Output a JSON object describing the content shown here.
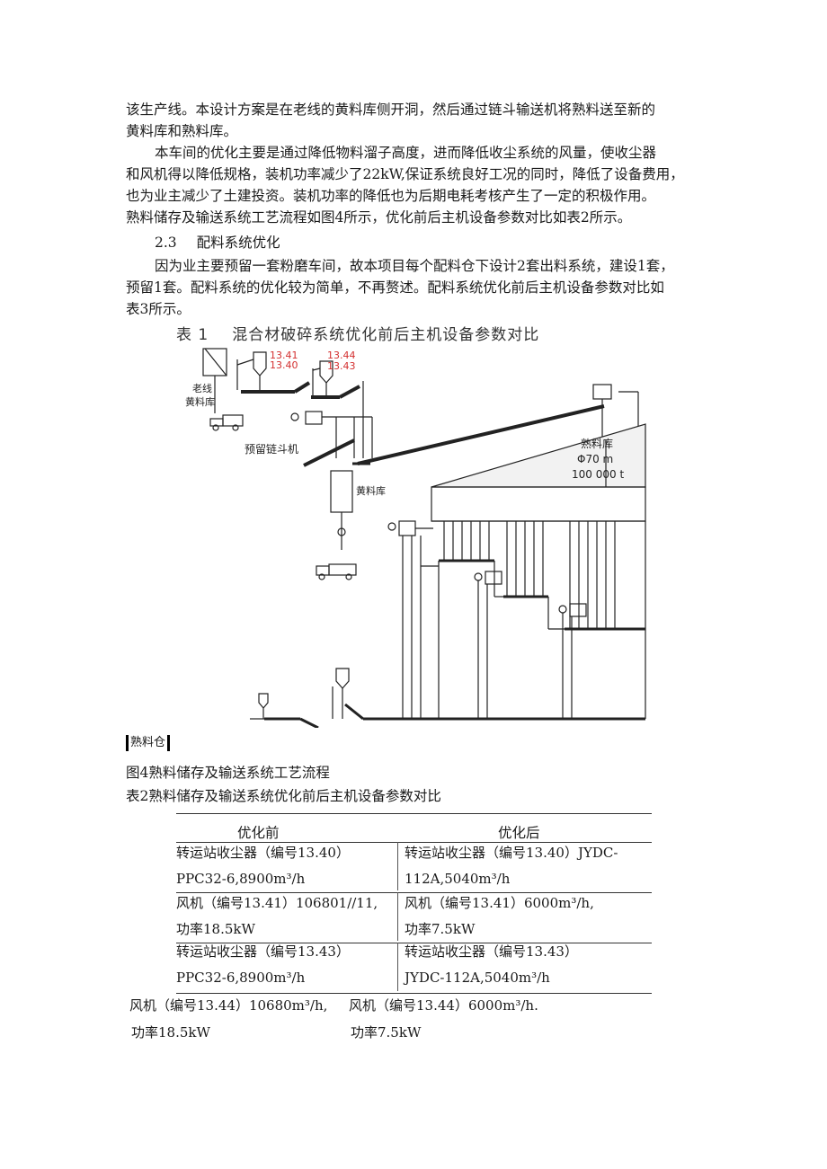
{
  "paragraphs": {
    "p1_line1": "该生产线。本设计方案是在老线的黄料库侧开洞，然后通过链斗输送机将熟料送至新的",
    "p1_line2": "黄料库和熟料库。",
    "p2_line1": "本车间的优化主要是通过降低物料溜子高度，进而降低收尘系统的风量，使收尘器",
    "p2_line2": "和风机得以降低规格，装机功率减少了22kW,保证系统良好工况的同时，降低了设备费用，",
    "p2_line3": "也为业主减少了土建投资。装机功率的降低也为后期电耗考核产生了一定的积极作用。",
    "p2_line4": "熟料储存及输送系统工艺流程如图4所示，优化前后主机设备参数对比如表2所示。",
    "p3_line1": "因为业主要预留一套粉磨车间，故本项目每个配料仓下设计2套出料系统，建设1套，",
    "p3_line2": "预留1套。配料系统的优化较为简单，不再赘述。配料系统优化前后主机设备参数对比如",
    "p3_line3": "表3所示。"
  },
  "section": {
    "number": "2.3",
    "title": "配料系统优化"
  },
  "table1_caption": {
    "number": "表 1",
    "title": "混合材破碎系统优化前后主机设备参数对比"
  },
  "diagram": {
    "labels": {
      "old_line_1": "老线",
      "old_line_2": "黄料库",
      "code_1341": "13.41",
      "code_1340": "13.40",
      "code_1344": "13.44",
      "code_1343": "13.43",
      "reserved_conveyor": "预留链斗机",
      "yellow_silo": "黄料库",
      "clinker_silo": "熟料库",
      "clinker_dia": "Φ70 m",
      "clinker_cap": "100 000 t"
    },
    "colors": {
      "line": "#222222",
      "red_code": "#d32f2f"
    }
  },
  "bin_label": "熟料仓",
  "figure_caption": "图4熟料储存及输送系统工艺流程",
  "table2_caption": "表2熟料储存及输送系统优化前后主机设备参数对比",
  "table2": {
    "headers": {
      "before": "优化前",
      "after": "优化后"
    },
    "row1": {
      "before_1": "转运站收尘器（编号13.40）",
      "before_2": "PPC32-6,8900m³/h",
      "after_1": "转运站收尘器（编号13.40）JYDC-",
      "after_2": "112A,5040m³/h"
    },
    "row2": {
      "before_1": "风机（编号13.41）106801//11,",
      "before_2": "功率18.5kW",
      "after_1": "风机（编号13.41）6000m³/h,",
      "after_2": "功率7.5kW"
    },
    "row3": {
      "before_1": "转运站收尘器（编号13.43）",
      "before_2": "PPC32-6,8900m³/h",
      "after_1": "转运站收尘器（编号13.43）",
      "after_2": "JYDC-112A,5040m³/h"
    },
    "row4": {
      "before_1": "风机（编号13.44）10680m³/h,",
      "before_2": "功率18.5kW",
      "after_1": "风机（编号13.44）6000m³/h.",
      "after_2": "功率7.5kW"
    }
  }
}
